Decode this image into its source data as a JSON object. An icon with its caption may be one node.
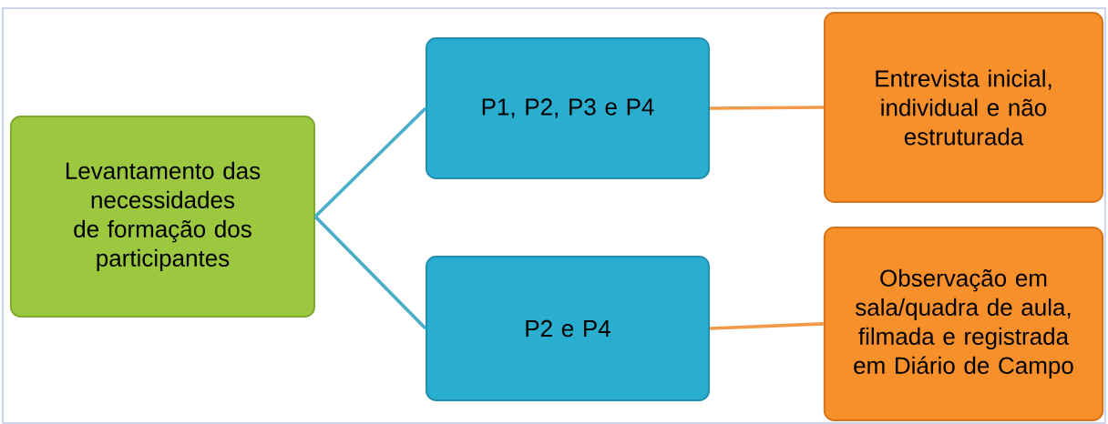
{
  "diagram": {
    "nodes": [
      {
        "text": [
          "Levantamento das necessidades de formação dos participantes"
        ]
      },
      {
        "text": [
          "P1, P2, P3 e P4"
        ]
      },
      {
        "text": [
          "P2 e P4"
        ]
      },
      {
        "text": [
          "Entrevista inicial, individual e não estruturada"
        ]
      },
      {
        "text": [
          "Observação em sala/quadra de aula, filmada e registrada em Diário de Campo"
        ]
      }
    ],
    "edges": [
      {
        "from": 0,
        "to": 1,
        "arrow": "none",
        "color": "#4aaec8"
      },
      {
        "from": 0,
        "to": 2,
        "arrow": "none",
        "color": "#4aaec8"
      },
      {
        "from": 1,
        "to": 3,
        "arrow": "none",
        "color": "#f29a4a"
      },
      {
        "from": 2,
        "to": 4,
        "arrow": "none",
        "color": "#f29a4a"
      }
    ]
  }
}
